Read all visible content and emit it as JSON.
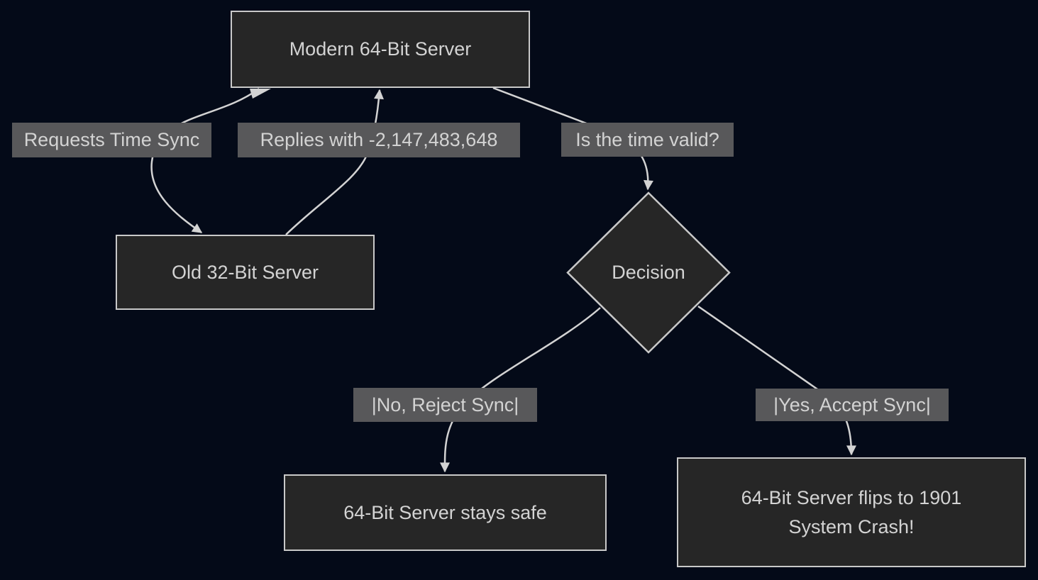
{
  "diagram": {
    "type": "flowchart",
    "colors": {
      "bg": "#040a18",
      "node-fill": "#262626",
      "node-border": "#c9c9c9",
      "edge": "#d3d3d3",
      "label-bg": "#58585a",
      "text": "#d3d3d3"
    },
    "nodes": {
      "modern": {
        "label": "Modern 64-Bit Server"
      },
      "old": {
        "label": "Old 32-Bit Server"
      },
      "decision": {
        "label": "Decision"
      },
      "safe": {
        "label": "64-Bit Server stays safe"
      },
      "crash": {
        "line1": "64-Bit Server flips to 1901",
        "line2": "System Crash!"
      }
    },
    "edges": {
      "requests": {
        "from": "Modern 64-Bit Server",
        "to": "Old 32-Bit Server",
        "label": "Requests Time Sync"
      },
      "replies": {
        "from": "Old 32-Bit Server",
        "to": "Modern 64-Bit Server",
        "label": "Replies with -2,147,483,648"
      },
      "valid": {
        "from": "Modern 64-Bit Server",
        "to": "Decision",
        "label": "Is the time valid?"
      },
      "no": {
        "from": "Decision",
        "to": "64-Bit Server stays safe",
        "label": "|No, Reject Sync|"
      },
      "yes": {
        "from": "Decision",
        "to": "64-Bit Server flips to 1901 System Crash!",
        "label": "|Yes, Accept Sync|"
      }
    }
  }
}
